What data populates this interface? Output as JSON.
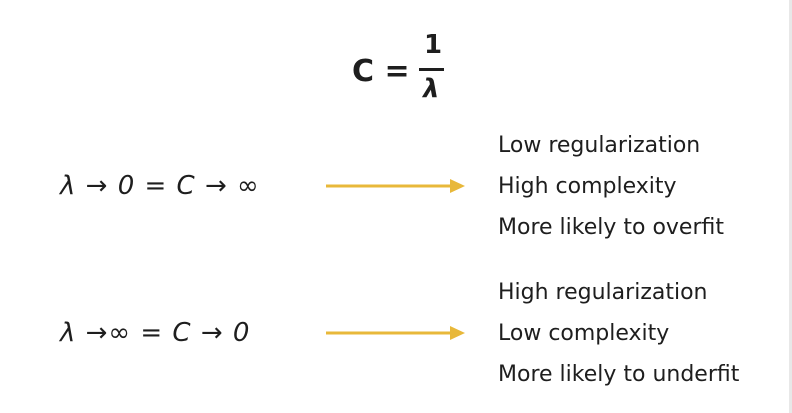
{
  "formula": {
    "lhs": "C =",
    "numerator": "1",
    "denominator": "λ"
  },
  "rows": [
    {
      "expression": "λ → 0 = C → ∞",
      "outcomes": [
        "Low regularization",
        "High complexity",
        "More likely to overfit"
      ]
    },
    {
      "expression": "λ →∞ = C → 0",
      "outcomes": [
        "High regularization",
        "Low complexity",
        "More likely to underfit"
      ]
    }
  ],
  "colors": {
    "arrow": "#e8b83a",
    "text": "#1e1e1e",
    "background": "#ffffff"
  }
}
